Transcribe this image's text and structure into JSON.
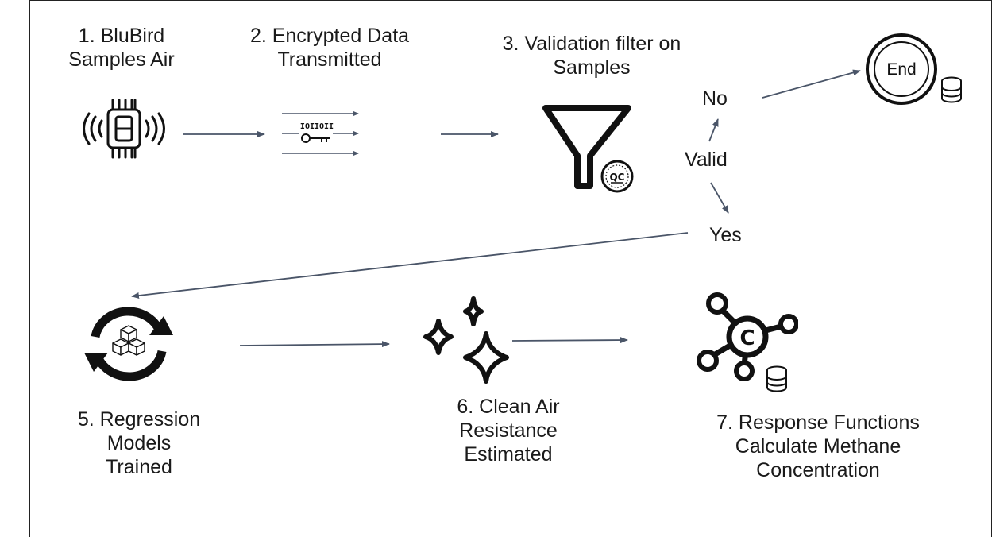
{
  "steps": {
    "s1": "1. BluBird\nSamples Air",
    "s2": "2. Encrypted Data\nTransmitted",
    "s3": "3. Validation filter on\nSamples",
    "s5": "5. Regression\nModels\nTrained",
    "s6": "6. Clean Air\nResistance\nEstimated",
    "s7": "7. Response Functions\nCalculate Methane\nConcentration"
  },
  "decision": {
    "label": "Valid",
    "no": "No",
    "yes": "Yes"
  },
  "end_label": "End",
  "filter_badge": "QC",
  "binary_text": "IOIIOII",
  "hub_letter": "C",
  "colors": {
    "arrow": "#4a5568",
    "ink": "#111111"
  },
  "icons": [
    "sensor-chip-icon",
    "encrypted-transmit-icon",
    "filter-qc-icon",
    "end-database-icon",
    "regression-cycle-icon",
    "sparkles-icon",
    "hub-database-icon"
  ]
}
